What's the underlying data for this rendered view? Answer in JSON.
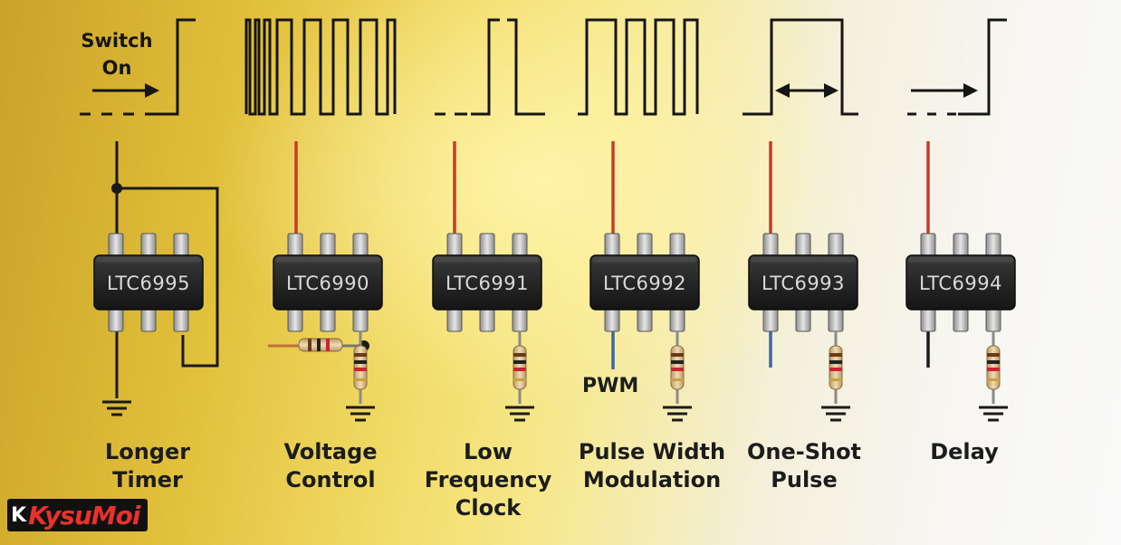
{
  "waveform_caption": {
    "line1": "Switch",
    "line2": "On"
  },
  "chips": [
    {
      "part": "LTC6995",
      "label_lines": [
        "Longer",
        "Timer"
      ]
    },
    {
      "part": "LTC6990",
      "label_lines": [
        "Voltage",
        "Control"
      ]
    },
    {
      "part": "LTC6991",
      "label_lines": [
        "Low",
        "Frequency",
        "Clock"
      ]
    },
    {
      "part": "LTC6992",
      "label_lines": [
        "Pulse Width",
        "Modulation"
      ]
    },
    {
      "part": "LTC6993",
      "label_lines": [
        "One-Shot",
        "Pulse"
      ]
    },
    {
      "part": "LTC6994",
      "label_lines": [
        "Delay"
      ]
    }
  ],
  "pwm_input_label": "PWM",
  "logo": {
    "mark": "K",
    "text": "KysuMoi"
  },
  "colors": {
    "signal_wire": "#c83a2a",
    "pwm_wire": "#3b66a8",
    "wire": "#1a1a1a",
    "chip_body": "#232323"
  }
}
